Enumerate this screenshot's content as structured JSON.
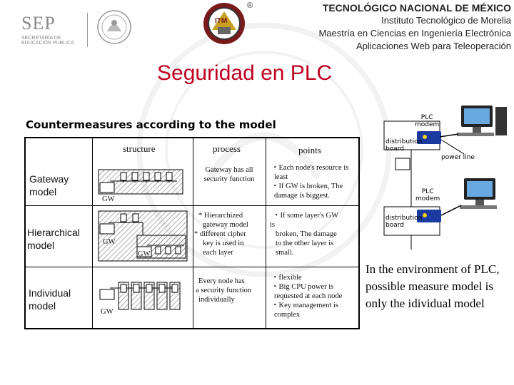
{
  "header": {
    "institution": "TECNOLÓGICO NACIONAL DE MÉXICO",
    "institute": "Instituto Tecnológico de Morelia",
    "program": "Maestría en Ciencias en Ingeniería Electrónica",
    "course": "Aplicaciones Web para Teleoperación",
    "logo_sep_text": "SEP",
    "logo_sep_sub1": "SECRETARÍA DE",
    "logo_sep_sub2": "EDUCACIÓN PÚBLICA",
    "logo_itm_text": "ITM",
    "registered_mark": "®"
  },
  "slide": {
    "title": "Seguridad en PLC",
    "subtitle": "Countermeasures according to the model"
  },
  "table": {
    "columns": [
      "structure",
      "process",
      "points"
    ],
    "rows": [
      {
        "label_line1": "Gateway",
        "label_line2": "model",
        "gw": "GW",
        "process": [
          "Gateway has all",
          "security function"
        ],
        "points": [
          "・Each node's resource is",
          "least",
          "・If GW is broken, The",
          "damage is biggest."
        ]
      },
      {
        "label_line1": "Hierarchical",
        "label_line2": "model",
        "gw1": "GW",
        "gw2": "GW",
        "process": [
          "* Hierarchized",
          "gateway model",
          "* different cipher",
          "key is used in",
          "each layer"
        ],
        "points": [
          "・If some layer's GW",
          "is",
          "broken, The damage",
          "to the other layer is",
          "small."
        ]
      },
      {
        "label_line1": "Individual",
        "label_line2": "model",
        "gw": "GW",
        "process": [
          "Every node has",
          "a security function",
          "individually"
        ],
        "points": [
          "・flexible",
          "・Big CPU power is",
          "requested at each node",
          "・Key management is",
          "complex"
        ]
      }
    ]
  },
  "diagram": {
    "plc_label_1": [
      "PLC",
      "modem"
    ],
    "distribution_label_1": [
      "distribution",
      "board"
    ],
    "power_line": "power line",
    "plc_label_2": [
      "PLC",
      "modem"
    ],
    "distribution_label_2": [
      "distribution",
      "board"
    ]
  },
  "note": "In the environment of PLC, possible measure model is only the idividual model"
}
